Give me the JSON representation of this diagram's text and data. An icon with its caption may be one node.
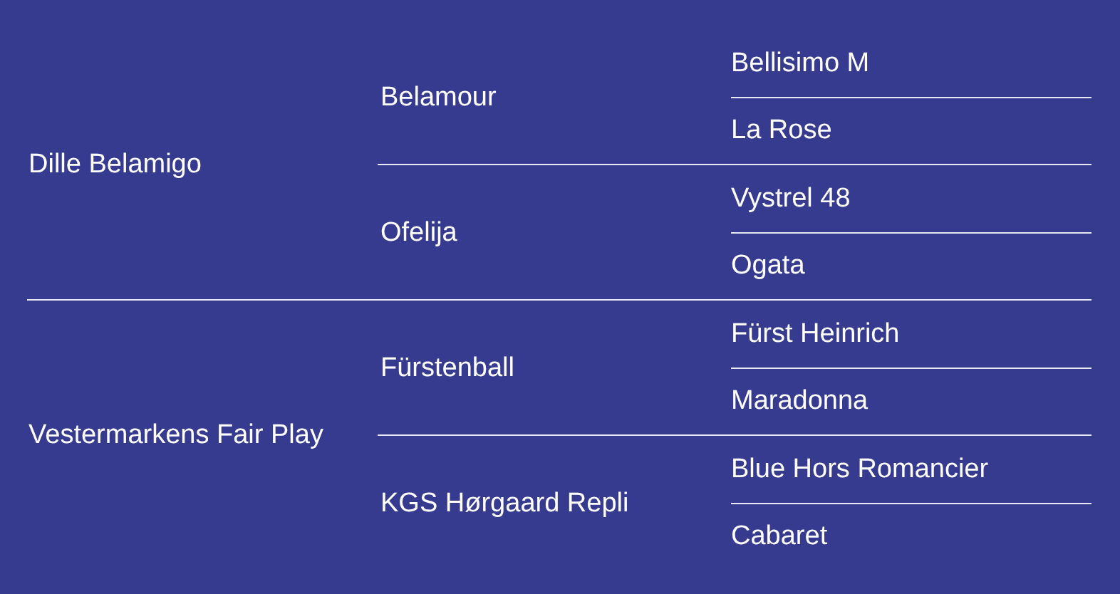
{
  "diagram": {
    "labels": [
      "Dille Belamigo",
      "Belamour",
      "Bellisimo M",
      "La Rose",
      "Ofelija",
      "Vystrel 48",
      "Ogata",
      "Vestermarkens Fair Play",
      "Fürstenball",
      "Fürst Heinrich",
      "Maradonna",
      "KGS Hørgaard Repli",
      "Blue Hors Romancier",
      "Cabaret"
    ]
  }
}
